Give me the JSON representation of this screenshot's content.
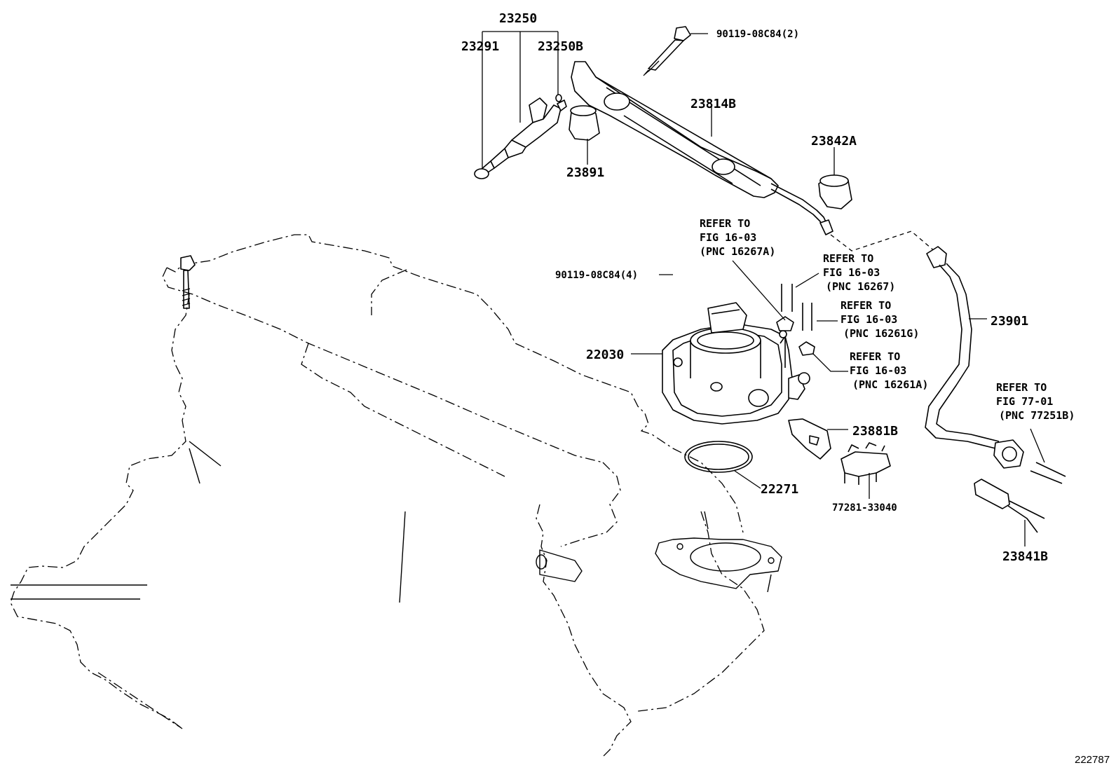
{
  "callouts": {
    "c23250": "23250",
    "c23291": "23291",
    "c23250B": "23250B",
    "c90119_2": "90119-08C84(2)",
    "c23814B": "23814B",
    "c23891": "23891",
    "c23842A": "23842A",
    "c90119_4": "90119-08C84(4)",
    "c22030": "22030",
    "c23901": "23901",
    "c23881B": "23881B",
    "c22271": "22271",
    "c77281": "77281-33040",
    "c23841B": "23841B"
  },
  "refs": {
    "r16267A": {
      "line1": "REFER TO",
      "line2": "FIG 16-03",
      "line3": "(PNC 16267A)"
    },
    "r16267": {
      "line1": "REFER TO",
      "line2": "FIG 16-03",
      "line3": "(PNC 16267)"
    },
    "r16261G": {
      "line1": "REFER TO",
      "line2": "FIG 16-03",
      "line3": "(PNC 16261G)"
    },
    "r16261A": {
      "line1": "REFER TO",
      "line2": "FIG 16-03",
      "line3": "(PNC 16261A)"
    },
    "r77251B": {
      "line1": "REFER TO",
      "line2": "FIG 77-01",
      "line3": "(PNC 77251B)"
    }
  },
  "figure_number": "222787"
}
